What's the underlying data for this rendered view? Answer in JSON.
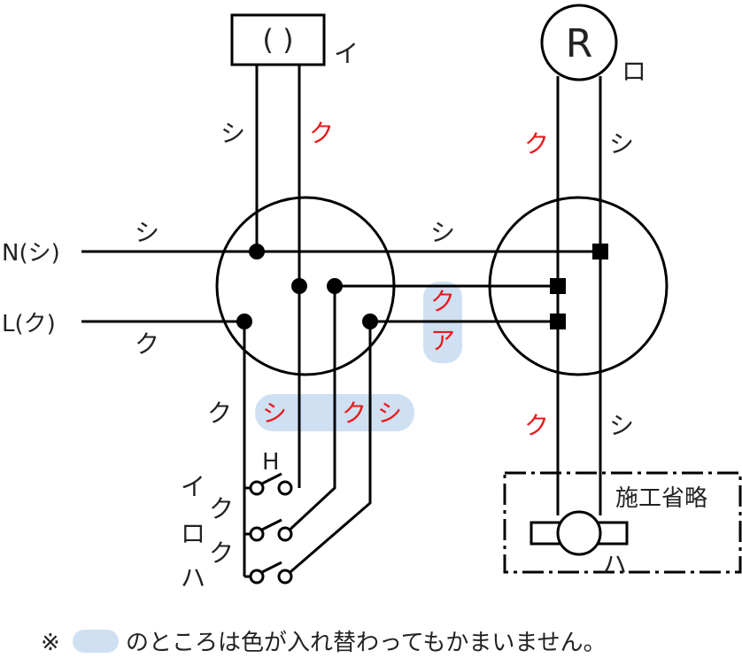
{
  "colors": {
    "line": "#000000",
    "text": "#222222",
    "accent_red": "#e8191a",
    "highlight": "#cfe0f3"
  },
  "top_left": {
    "fixture_label": "(  )",
    "fixture_tag": "イ",
    "left_wire": "シ",
    "right_wire": "ク"
  },
  "top_right": {
    "lamp_symbol": "R",
    "lamp_tag": "ロ",
    "left_wire": "ク",
    "right_wire": "シ"
  },
  "feed": {
    "n_label": "N(シ)",
    "n_wire": "シ",
    "l_label": "L(ク)",
    "l_wire": "ク"
  },
  "between_boxes": {
    "top_wire": "シ",
    "mid_upper": "ク",
    "mid_lower": "ア"
  },
  "lower_left": {
    "wire_k": "ク",
    "wire_shi1": "シ",
    "wire_k2": "ク",
    "wire_shi2": "シ"
  },
  "switch_group": {
    "h_label": "H",
    "row1": "イ",
    "row2_wire": "ク",
    "row2": "ロ",
    "row3_wire": "ク",
    "row3": "ハ"
  },
  "lower_right": {
    "left_wire": "ク",
    "right_wire": "シ",
    "omitted_label": "施工省略",
    "outlet_tag": "ハ"
  },
  "footnote": {
    "symbol": "※",
    "text": "のところは色が入れ替わってもかまいません。"
  }
}
